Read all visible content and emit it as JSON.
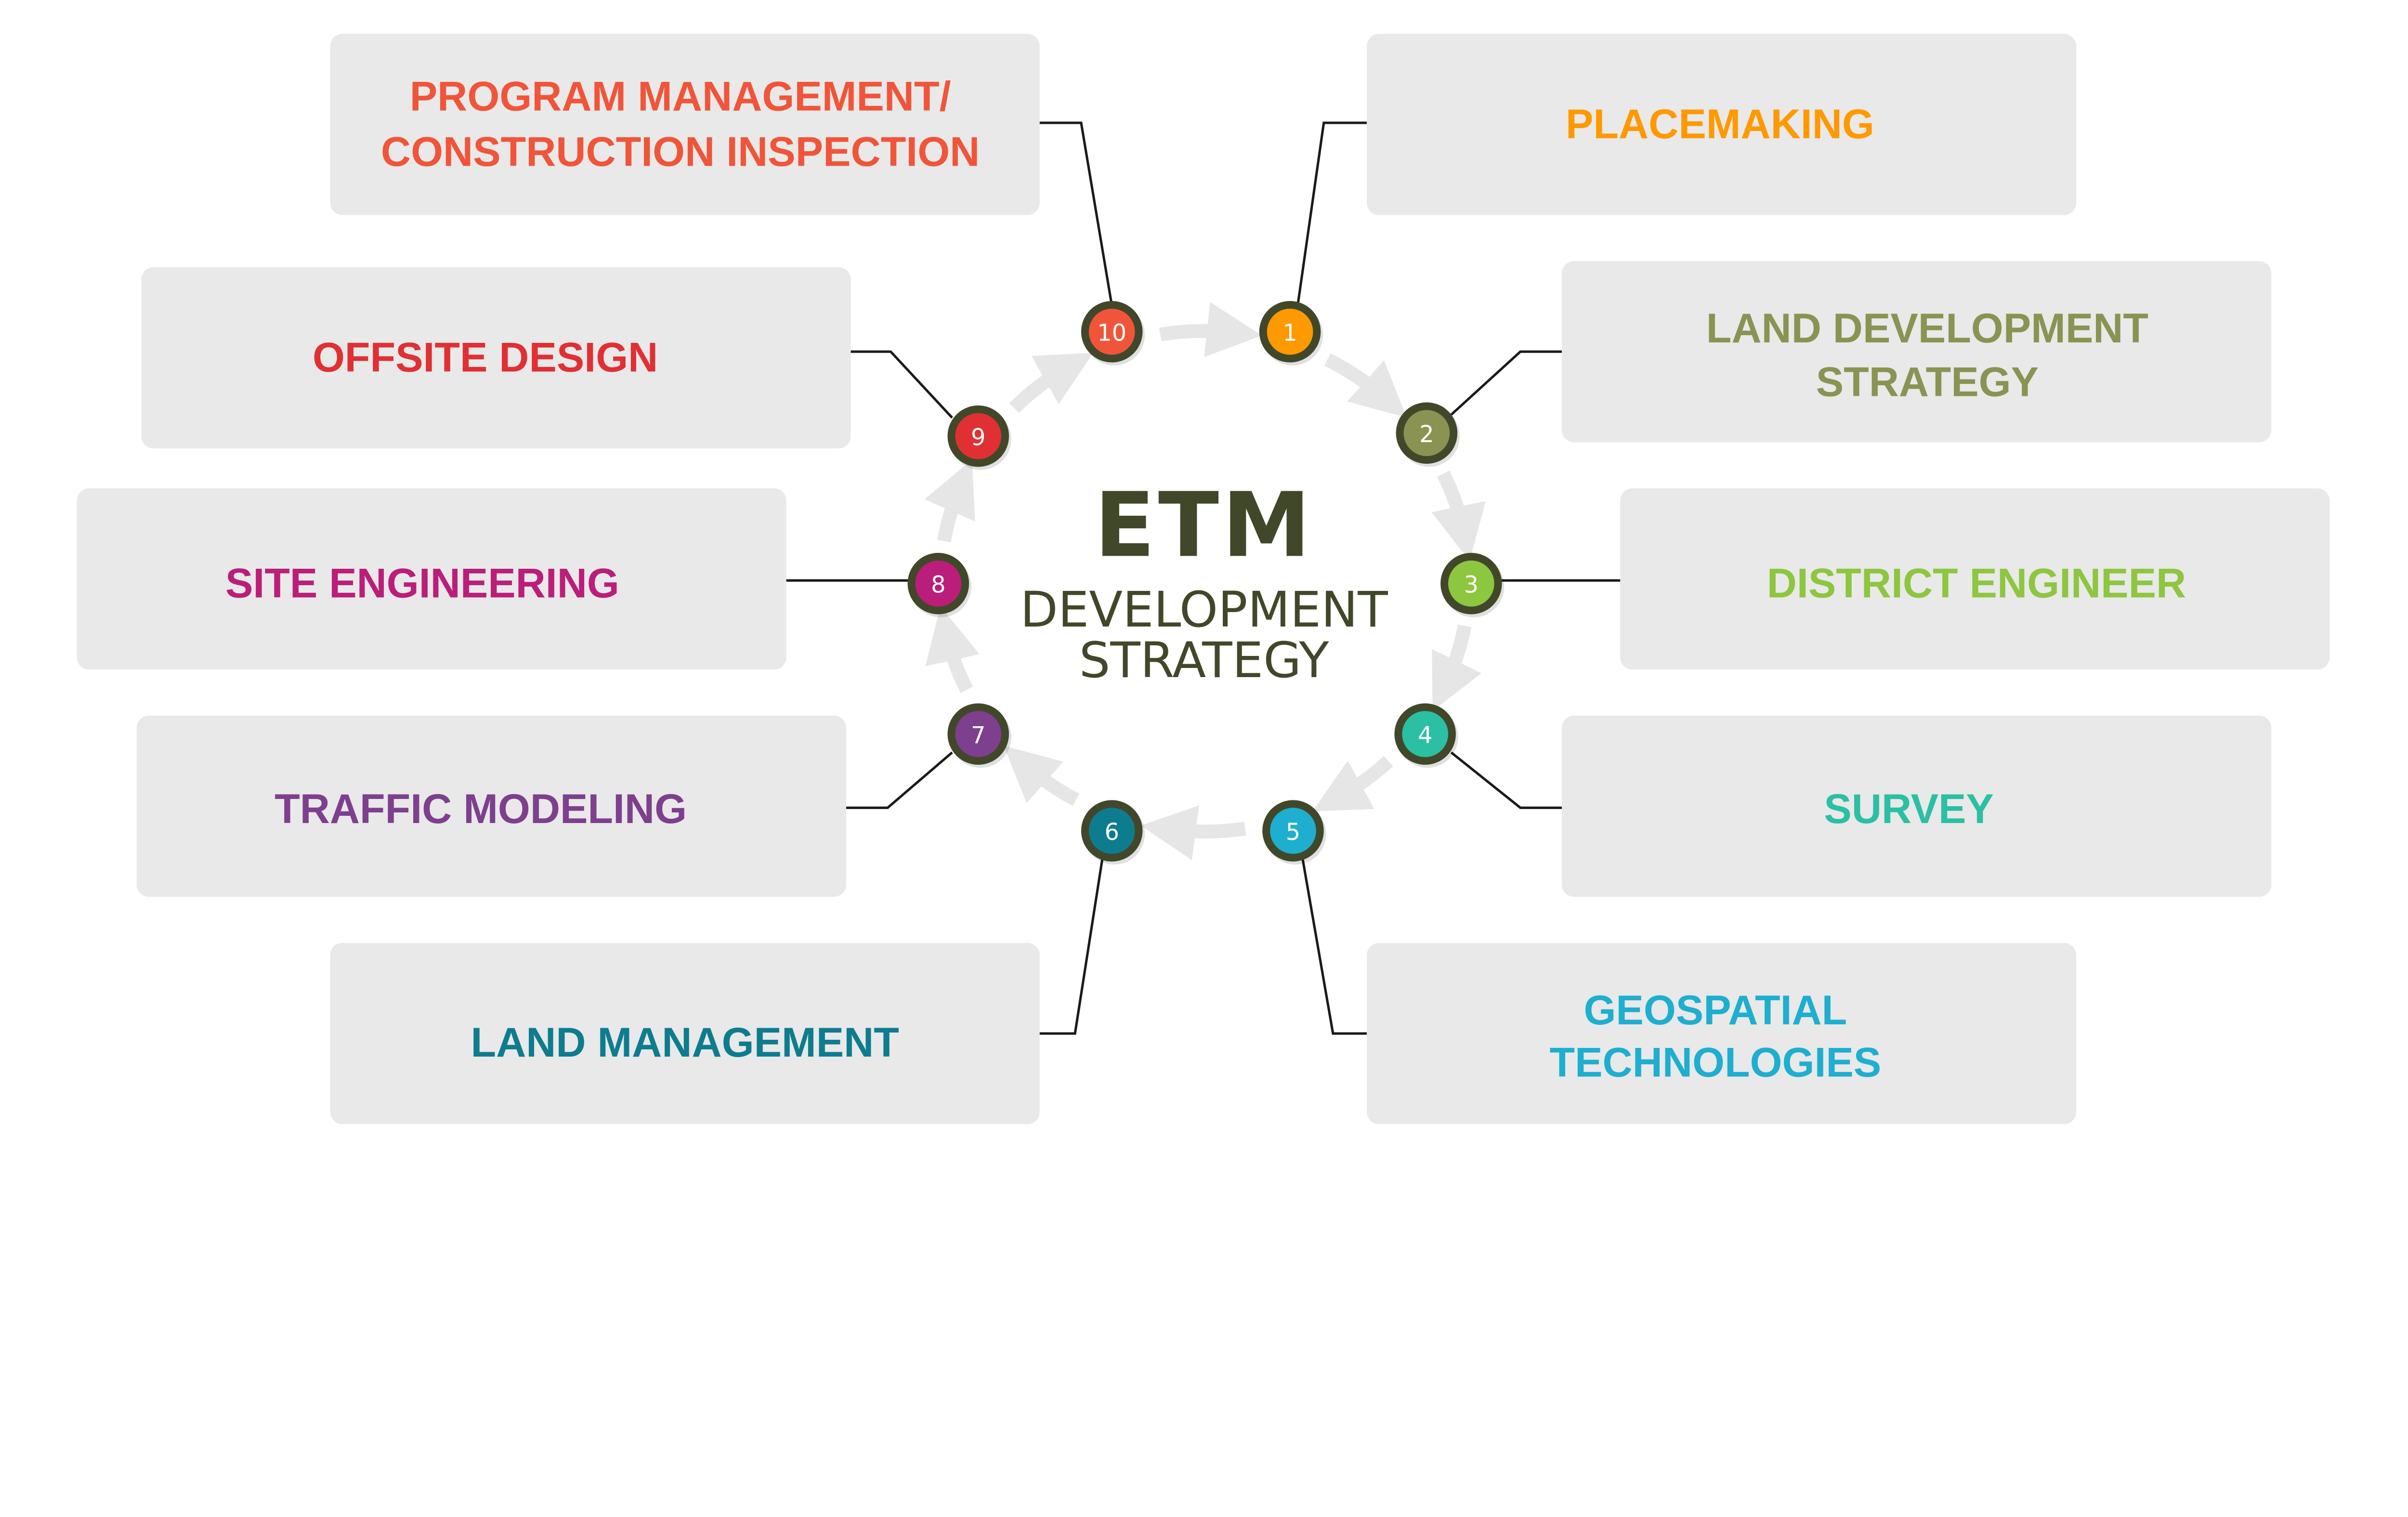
{
  "center": {
    "logo": "ETM",
    "title_line1": "DEVELOPMENT",
    "title_line2": "STRATEGY",
    "color": "#41482a"
  },
  "arrow_color": "#e6e6e6",
  "box_color": "#e8e9e8",
  "steps": [
    {
      "number": "1",
      "lines": [
        "PLACEMAKING"
      ],
      "color": "#ff9900"
    },
    {
      "number": "2",
      "lines": [
        "LAND DEVELOPMENT",
        "STRATEGY"
      ],
      "color": "#8a9352"
    },
    {
      "number": "3",
      "lines": [
        "DISTRICT ENGINEER"
      ],
      "color": "#8dc63f"
    },
    {
      "number": "4",
      "lines": [
        "SURVEY"
      ],
      "color": "#2bbfa4"
    },
    {
      "number": "5",
      "lines": [
        "GEOSPATIAL",
        "TECHNOLOGIES"
      ],
      "color": "#1eaed0"
    },
    {
      "number": "6",
      "lines": [
        "LAND MANAGEMENT"
      ],
      "color": "#0e7c8f"
    },
    {
      "number": "7",
      "lines": [
        "TRAFFIC MODELING"
      ],
      "color": "#7e3f8e"
    },
    {
      "number": "8",
      "lines": [
        "SITE ENGINEERING"
      ],
      "color": "#bb1e7a"
    },
    {
      "number": "9",
      "lines": [
        "OFFSITE DESIGN"
      ],
      "color": "#e03034"
    },
    {
      "number": "10",
      "lines": [
        "PROGRAM MANAGEMENT/",
        "CONSTRUCTION INSPECTION"
      ],
      "color": "#f0553a"
    }
  ]
}
